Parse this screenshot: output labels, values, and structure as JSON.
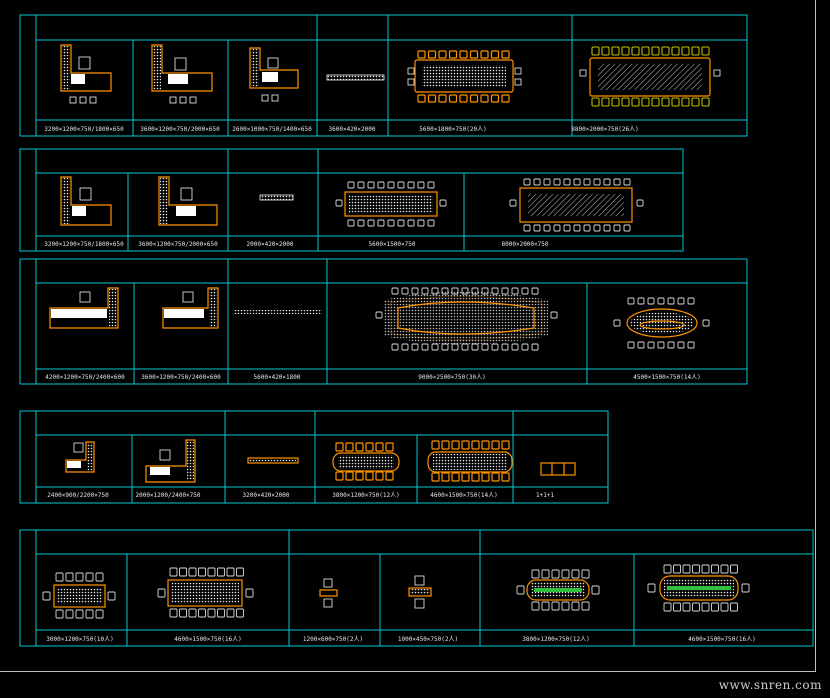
{
  "sections": [
    {
      "id": "s1",
      "side_label": "",
      "headers": [
        "",
        "",
        "",
        ""
      ],
      "dims": [
        "3200×1200×750/1800×650",
        "3600×1200×750/2000×650",
        "2600×1000×750/1400×650",
        "3600×420×2000",
        "5600×1800×750(20人)",
        "8800×2000×750(26人)"
      ]
    },
    {
      "id": "s2",
      "side_label": "",
      "headers": [
        "",
        "",
        ""
      ],
      "dims": [
        "3200×1200×750/1800×650",
        "3600×1200×750/2000×650",
        "2000×420×2000",
        "5600×1500×750",
        "8000×2000×750"
      ]
    },
    {
      "id": "s3",
      "side_label": "",
      "headers": [
        "",
        "",
        ""
      ],
      "dims": [
        "4200×1200×750/2400×600",
        "3600×1200×750/2400×600",
        "5600×420×1800",
        "9000×2500×750(30人)",
        "4500×1500×750(14人)"
      ]
    },
    {
      "id": "s4",
      "side_label": "",
      "headers": [
        "",
        "",
        "",
        ""
      ],
      "dims": [
        "2400×900/2200×750",
        "2000×1200/2400×750",
        "3200×420×2000",
        "3800×1200×750(12人)",
        "4600×1500×750(14人)",
        "1+1+1"
      ]
    },
    {
      "id": "s5",
      "side_label": "",
      "headers": [
        "",
        "",
        ""
      ],
      "dims": [
        "3000×1200×750(10人)",
        "4600×1500×750(16人)",
        "1200×600×750(2人)",
        "1000×450×750(2人)",
        "3800×1200×750(12人)",
        "4600×1500×750(16人)"
      ]
    }
  ],
  "watermark": "www.snren.com",
  "colors": {
    "line": "#00c8d0",
    "furniture": "#ff9400",
    "text": "#ffff00",
    "dim": "#e8e8e8"
  }
}
